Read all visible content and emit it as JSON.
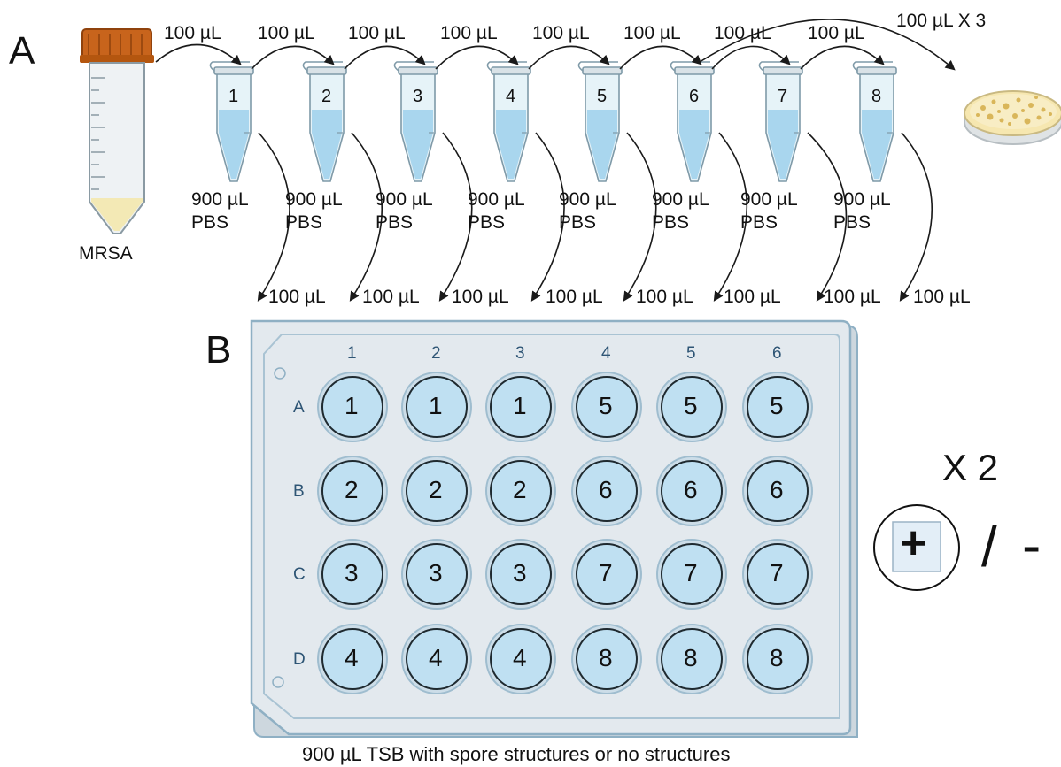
{
  "panels": {
    "a": "A",
    "b": "B"
  },
  "stock_label": "MRSA",
  "tubes": [
    {
      "number": "1",
      "volume": "900 µL",
      "buffer": "PBS"
    },
    {
      "number": "2",
      "volume": "900 µL",
      "buffer": "PBS"
    },
    {
      "number": "3",
      "volume": "900 µL",
      "buffer": "PBS"
    },
    {
      "number": "4",
      "volume": "900 µL",
      "buffer": "PBS"
    },
    {
      "number": "5",
      "volume": "900 µL",
      "buffer": "PBS"
    },
    {
      "number": "6",
      "volume": "900 µL",
      "buffer": "PBS"
    },
    {
      "number": "7",
      "volume": "900 µL",
      "buffer": "PBS"
    },
    {
      "number": "8",
      "volume": "900 µL",
      "buffer": "PBS"
    }
  ],
  "transfer_labels": [
    "100 µL",
    "100 µL",
    "100 µL",
    "100 µL",
    "100 µL",
    "100 µL",
    "100 µL",
    "100 µL"
  ],
  "plating_label": "100 µL  X 3",
  "plate_transfer_labels": [
    "100 µL",
    "100 µL",
    "100 µL",
    "100 µL",
    "100 µL",
    "100 µL",
    "100 µL",
    "100 µL"
  ],
  "plate": {
    "columns": [
      "1",
      "2",
      "3",
      "4",
      "5",
      "6"
    ],
    "rows": [
      "A",
      "B",
      "C",
      "D"
    ],
    "wells": [
      [
        "1",
        "1",
        "1",
        "5",
        "5",
        "5"
      ],
      [
        "2",
        "2",
        "2",
        "6",
        "6",
        "6"
      ],
      [
        "3",
        "3",
        "3",
        "7",
        "7",
        "7"
      ],
      [
        "4",
        "4",
        "4",
        "8",
        "8",
        "8"
      ]
    ],
    "caption": "900 µL TSB with spore structures or no structures"
  },
  "controls": {
    "replicates": "X 2",
    "positive": "+",
    "separator": "/",
    "negative": "-"
  },
  "colors": {
    "tube_liquid": "#a9d6ee",
    "tube_body": "#e6f3f8",
    "cap": "#c8641c",
    "well_fill": "#bfe0f2",
    "plate": "#e3e9ee",
    "plate_border": "#8fb0c4",
    "culture": "#f3e9b5",
    "dish_agar": "#f6e7b0",
    "colony": "#d9b65a"
  }
}
